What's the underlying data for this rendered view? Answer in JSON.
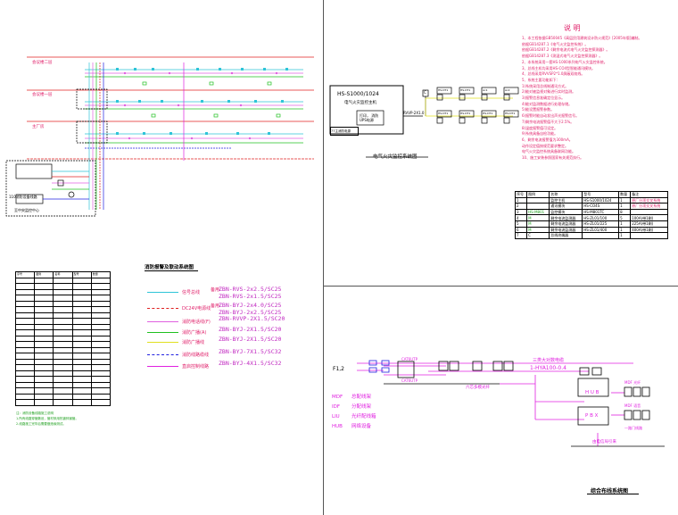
{
  "diagram1": {
    "floors": [
      "会议楼二层",
      "会议楼一层",
      "主厂房"
    ],
    "panel": {
      "title_line": "110消防设备线路",
      "subtitle": "至中央监控中心"
    }
  },
  "diagram2": {
    "title": "电气火灾监控系统图",
    "host_model": "HS-S1000/1024",
    "host_name": "电气火灾监控主机",
    "host_sub": [
      "打印，  消防",
      "UPS电源"
    ],
    "bus_label": "RVVP-2X1.0",
    "bottom_box": "77主消防电源",
    "modules_top": [
      "HS-DT1",
      "HS-DT1",
      "Ac1",
      "Ac2",
      "HS-DT1",
      "HS-DT1"
    ],
    "modules_bottom": [
      "HS-DT1",
      "HS-DT1",
      "HS-DT1",
      "HS-DT1",
      "HS-DT1"
    ]
  },
  "notes": {
    "title": "说  明",
    "lines": [
      "1、本工程依据GB50045《高层民用建筑设计防火规范》[2005年版]编制。",
      "    依据GB14287.1《电气火灾监控系统》。",
      "    依据GB14287.2《剩余电流式电气火灾监控探测器》。",
      "    依据GB14287.3《测温式电气火灾监控探测器》。",
      "2、本系统采用一套HS-1000系列电气火灾监控系统。",
      "3、总线主机均采用HS-CO4型智能通讯模块。",
      "4、总线采用RVVSP2*1.0屏蔽双绞线。",
      "5、系统主要功能如下：",
      "  1)系统采用总线制通讯方式。",
      "  2)能对被监视对象进行实时监测。",
      "  3)报警信息准确定位显示。",
      "  4)能对监测数据进行处理存储。",
      "  5)能设置报警参数。",
      "  6)报警时能自动发出声光报警信号。",
      "  7)剩余电流报警值不大于2.5%。",
      "  8)温度报警值可设定。",
      "  9)系统具备自检功能。",
      "6、剩余电流报警值为300mA。",
      "    动作设定值按规范要求整定。",
      "    电气火灾监控系统具备联网功能。",
      "10、施工安装参照国家有关规范执行。"
    ]
  },
  "equip_table": {
    "headers": [
      "序号",
      "图例",
      "名称",
      "型号",
      "数量",
      "备注"
    ],
    "rows": [
      [
        "1",
        "",
        "监控主机",
        "HS-S1000/1024",
        "1",
        "原厂分项交叉系统"
      ],
      [
        "2",
        "",
        "通讯模块",
        "HS-CO4S",
        "1",
        "原厂分项交叉系统"
      ],
      [
        "3",
        "HS-M801",
        "监控模块",
        "HS-M801TC",
        "8",
        ""
      ],
      [
        "4",
        "M",
        "剩余电流监测器",
        "HS-ZL01/100",
        "5",
        "100A(带1剩)"
      ],
      [
        "5",
        "M",
        "剩余电流监测器",
        "HS-ZL01/225",
        "1",
        "225A(带1剩)"
      ],
      [
        "6",
        "M",
        "剩余电流监测器",
        "HS-ZL01/400",
        "1",
        "400A(带1剩)"
      ],
      [
        "7",
        "C",
        "总线终端器",
        "",
        "1",
        ""
      ]
    ]
  },
  "legend": {
    "title": "消防报警及联动系统图",
    "items": [
      {
        "label": "信号总线",
        "prefix": "备用",
        "code1": "ZBN-RVS-2x2.5/SC25",
        "code2": "ZBN-RVS-2x1.5/SC25",
        "color": "#2ec4d8",
        "dash": ""
      },
      {
        "label": "DC24V电源线",
        "prefix": "备用",
        "code1": "ZBN-BYJ-2x4.0/SC25",
        "code2": "ZBN-BYJ-2x2.5/SC25",
        "color": "#e02020",
        "dash": "5,2"
      },
      {
        "label": "消防电话线(F)",
        "prefix": "",
        "code1": "ZBN-RVVP-2X1.5/SC20",
        "code2": "",
        "color": "#e060e0",
        "dash": ""
      },
      {
        "label": "消防广播(A)",
        "prefix": "",
        "code1": "ZBN-BYJ-2X1.5/SC20",
        "code2": "",
        "color": "#20c020",
        "dash": ""
      },
      {
        "label": "消防广播线",
        "prefix": "",
        "code1": "ZBN-BYJ-2X1.5/SC20",
        "code2": "",
        "color": "#e0e020",
        "dash": ""
      },
      {
        "label": "消防线路缆线",
        "prefix": "",
        "code1": "ZBN-BYJ-7X1.5/SC32",
        "code2": "",
        "color": "#2020e0",
        "dash": "3,2"
      },
      {
        "label": "直启控制线路",
        "prefix": "",
        "code1": "ZBN-BYJ-4X1.5/SC32",
        "code2": "",
        "color": "#e020e0",
        "dash": ""
      }
    ]
  },
  "symbols_table": {
    "headers": [
      "序号",
      "图例",
      "名称",
      "型号",
      "数量"
    ],
    "row_count": 22
  },
  "symbol_notes": {
    "lines": [
      "注：消防设备线路施工说明",
      "  1.所有线路穿管敷设，管材采用热镀锌钢管。",
      "  2.线路施工完毕后需要做绝缘测试。"
    ]
  },
  "diagram3": {
    "title": "综合布线系统图",
    "floor": "F1,2",
    "legend": [
      {
        "code": "MDF",
        "text": "总配线架"
      },
      {
        "code": "IDF",
        "text": "分配线架"
      },
      {
        "code": "LIU",
        "text": "光纤配线箱"
      },
      {
        "code": "HUB",
        "text": "网络设备"
      }
    ],
    "odf_labels": [
      "CAT6UTP",
      "CAT6UTP"
    ],
    "cable_label": "三类大对数电缆",
    "cable_model": "1-HYA100-0.4",
    "fiber_label": "六芯多模光纤",
    "hub": "H U B",
    "pbx": "P B X",
    "mdf1": "MDF 光纤",
    "mdf2": "MDF 语音",
    "trunk": "一路门线路",
    "office": "由电信局引来"
  }
}
